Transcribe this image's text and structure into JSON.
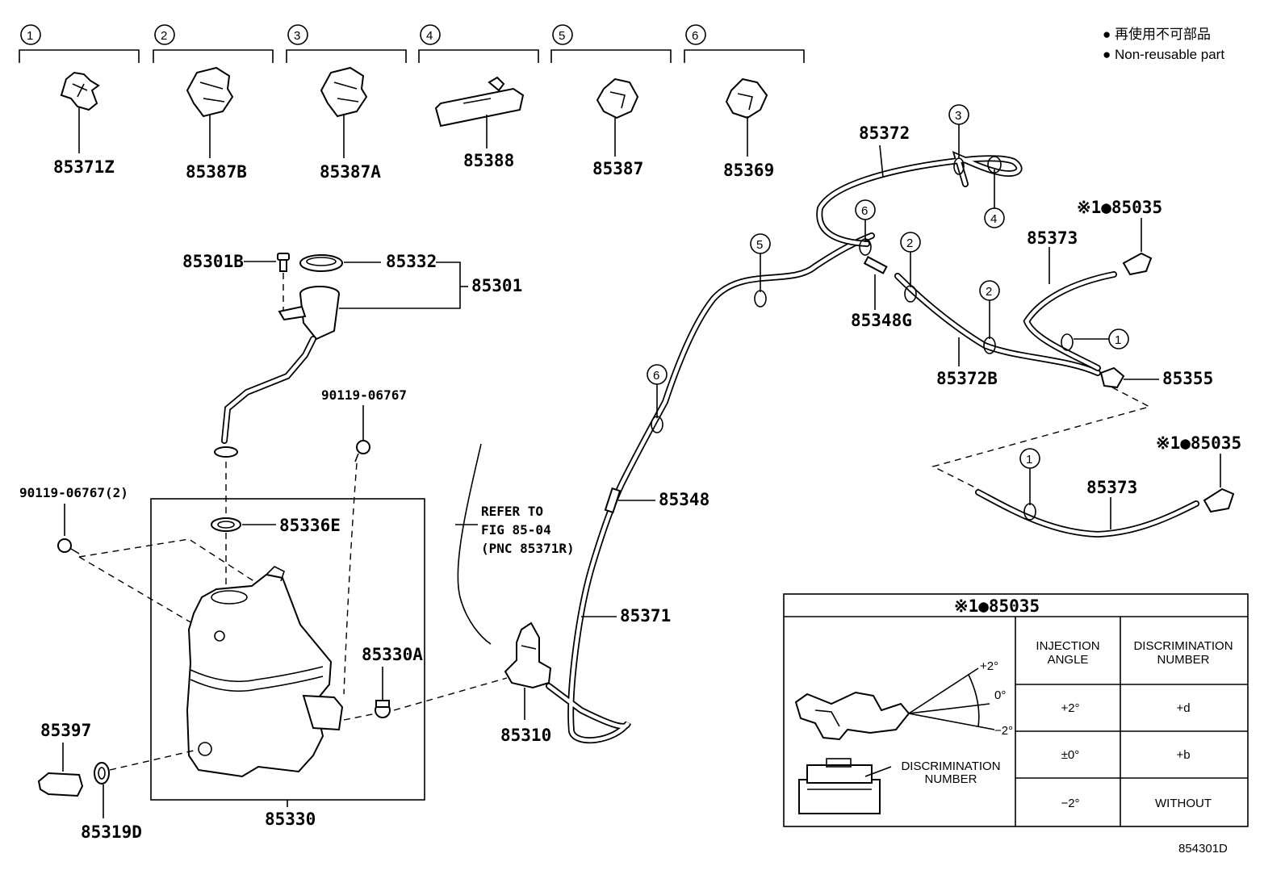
{
  "legend": {
    "line1": "● 再使用不可部品",
    "line2": "● Non-reusable part"
  },
  "clip_groups": [
    {
      "num": "1",
      "part": "85371Z"
    },
    {
      "num": "2",
      "part": "85387B"
    },
    {
      "num": "3",
      "part": "85387A"
    },
    {
      "num": "4",
      "part": "85388"
    },
    {
      "num": "5",
      "part": "85387"
    },
    {
      "num": "6",
      "part": "85369"
    }
  ],
  "parts": {
    "p85301B": "85301B",
    "p85332": "85332",
    "p85301": "85301",
    "p90119_a": "90119-06767",
    "p90119_b": "90119-06767(2)",
    "p85336E": "85336E",
    "p85330A": "85330A",
    "p85397": "85397",
    "p85319D": "85319D",
    "p85330": "85330",
    "p85310": "85310",
    "p85348": "85348",
    "p85371": "85371",
    "p85372": "85372",
    "p85348G": "85348G",
    "p85372B": "85372B",
    "p85373_a": "85373",
    "p85373_b": "85373",
    "p85355": "85355",
    "p85035_a": "※1●85035",
    "p85035_b": "※1●85035"
  },
  "refer": {
    "line1": "REFER TO",
    "line2": "FIG 85-04",
    "line3": "(PNC 85371R)"
  },
  "callouts": {
    "c3": "3",
    "c4": "4",
    "c6a": "6",
    "c5": "5",
    "c2a": "2",
    "c2b": "2",
    "c1a": "1",
    "c6b": "6",
    "c1b": "1"
  },
  "table": {
    "title": "※1●85035",
    "col1_line1": "INJECTION",
    "col1_line2": "ANGLE",
    "col2_line1": "DISCRIMINATION",
    "col2_line2": "NUMBER",
    "rows": [
      {
        "angle": "+2°",
        "number": "+d"
      },
      {
        "angle": "±0°",
        "number": "+b"
      },
      {
        "angle": "−2°",
        "number": "WITHOUT"
      }
    ],
    "angle_plus": "+2°",
    "angle_zero": "0°",
    "angle_minus": "−2°",
    "disc_line1": "DISCRIMINATION",
    "disc_line2": "NUMBER"
  },
  "figure_id": "854301D"
}
